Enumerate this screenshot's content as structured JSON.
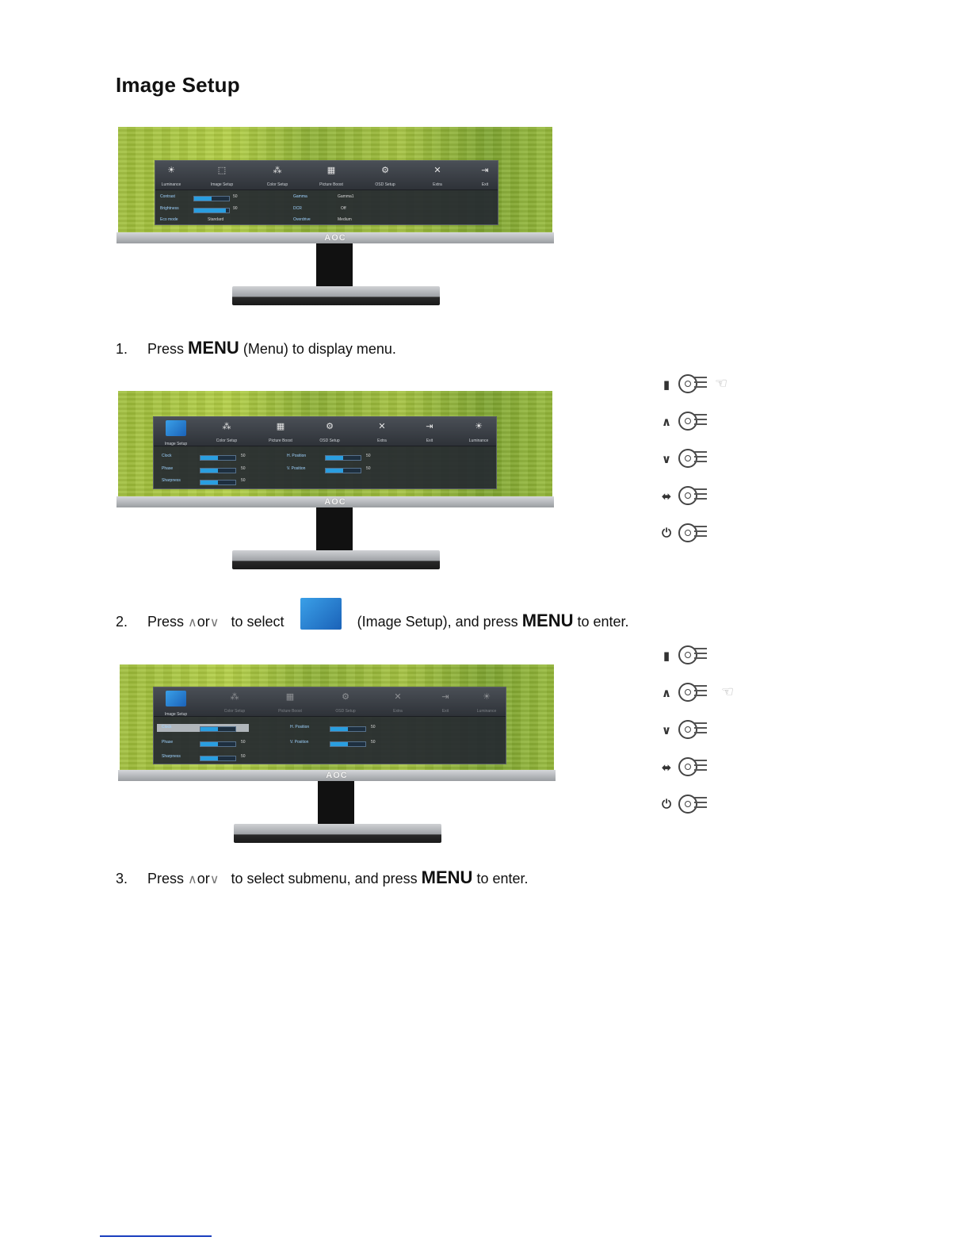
{
  "page": {
    "title": "Image Setup"
  },
  "brand": "AOC",
  "osd1": {
    "icons": [
      "Luminance",
      "Image Setup",
      "Color Setup",
      "Picture Boost",
      "OSD Setup",
      "Extra",
      "Exit"
    ],
    "rows": [
      {
        "name": "Contrast",
        "val": "50",
        "fill": 0.5
      },
      {
        "name": "Brightness",
        "val": "90",
        "fill": 0.9
      },
      {
        "name": "Eco mode",
        "val": "Standard",
        "fill": 0
      }
    ],
    "rows_right": [
      {
        "name": "Gamma",
        "val": "Gamma1"
      },
      {
        "name": "DCR",
        "val": "Off"
      },
      {
        "name": "Overdrive",
        "val": "Medium"
      }
    ]
  },
  "osd2": {
    "icons": [
      "Image Setup",
      "Color Setup",
      "Picture Boost",
      "OSD Setup",
      "Extra",
      "Exit",
      "Luminance"
    ],
    "rows": [
      {
        "name": "Clock",
        "val": "50",
        "fill": 0.5
      },
      {
        "name": "Phase",
        "val": "50",
        "fill": 0.5
      },
      {
        "name": "Sharpness",
        "val": "50",
        "fill": 0.5
      }
    ],
    "rows_right": [
      {
        "name": "H. Position",
        "val": "50",
        "fill": 0.5
      },
      {
        "name": "V. Position",
        "val": "50",
        "fill": 0.5
      }
    ]
  },
  "steps": {
    "s1": {
      "num": "1.",
      "press": "Press",
      "key": "MENU",
      "rest": "(Menu) to display menu."
    },
    "s2": {
      "num": "2.",
      "press": "Press",
      "up": "∧",
      "or": "or",
      "down": "∨",
      "mid": "to select",
      "rest1": "(Image Setup), and press",
      "key": "MENU",
      "rest2": "to enter."
    },
    "s3": {
      "num": "3.",
      "press": "Press",
      "up": "∧",
      "or": "or",
      "down": "∨",
      "mid": "to select submenu, and press",
      "key": "MENU",
      "rest": "to enter."
    }
  },
  "keys": {
    "symbols": [
      "▮",
      "∧",
      "∨",
      "⬌",
      "⏻"
    ]
  }
}
